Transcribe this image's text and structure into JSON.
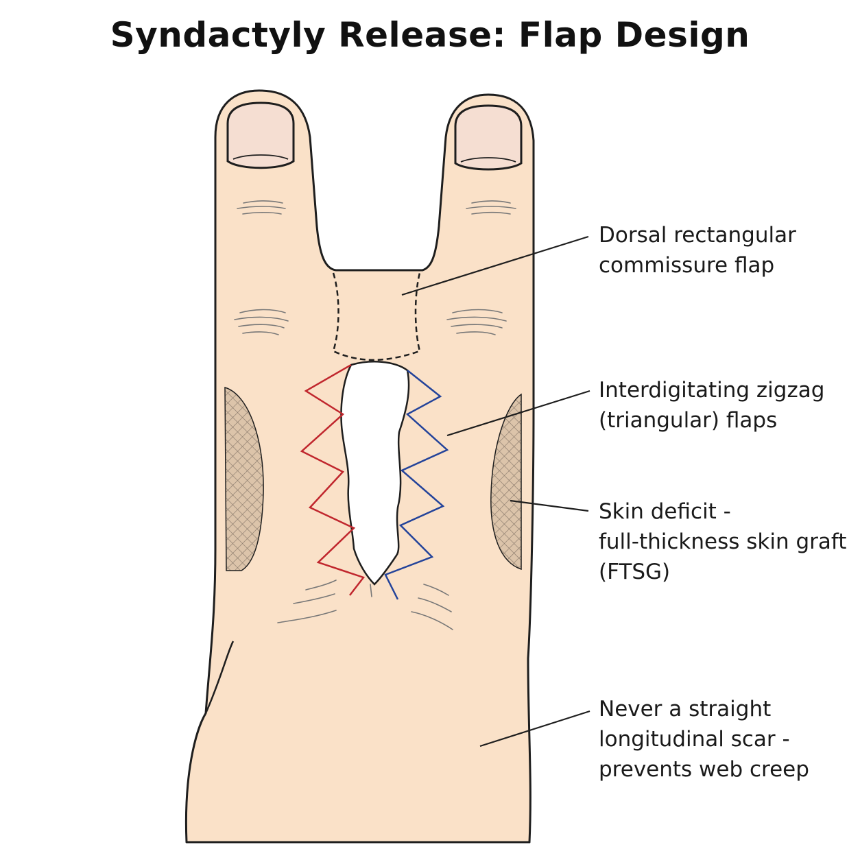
{
  "title": "Syndactyly Release: Flap Design",
  "colors": {
    "skin": "#fae1c8",
    "outline": "#1e1e1e",
    "red_flaps": "#c0262d",
    "blue_flaps": "#23439a",
    "graft_hatch": "#8a7a6c",
    "graft_fill": "#dcc4aa",
    "nail": "#f5ded2"
  },
  "labels": {
    "dorsal_flap": [
      "Dorsal rectangular",
      "commissure flap"
    ],
    "zigzag_flaps": [
      "Interdigitating zigzag",
      "(triangular) flaps"
    ],
    "skin_graft": [
      "Skin deficit -",
      "full-thickness skin graft",
      "(FTSG)"
    ],
    "scar_note": [
      "Never a straight",
      "longitudinal scar -",
      "prevents web creep"
    ]
  },
  "icons": {
    "hatch": "crosshatch-pattern"
  }
}
